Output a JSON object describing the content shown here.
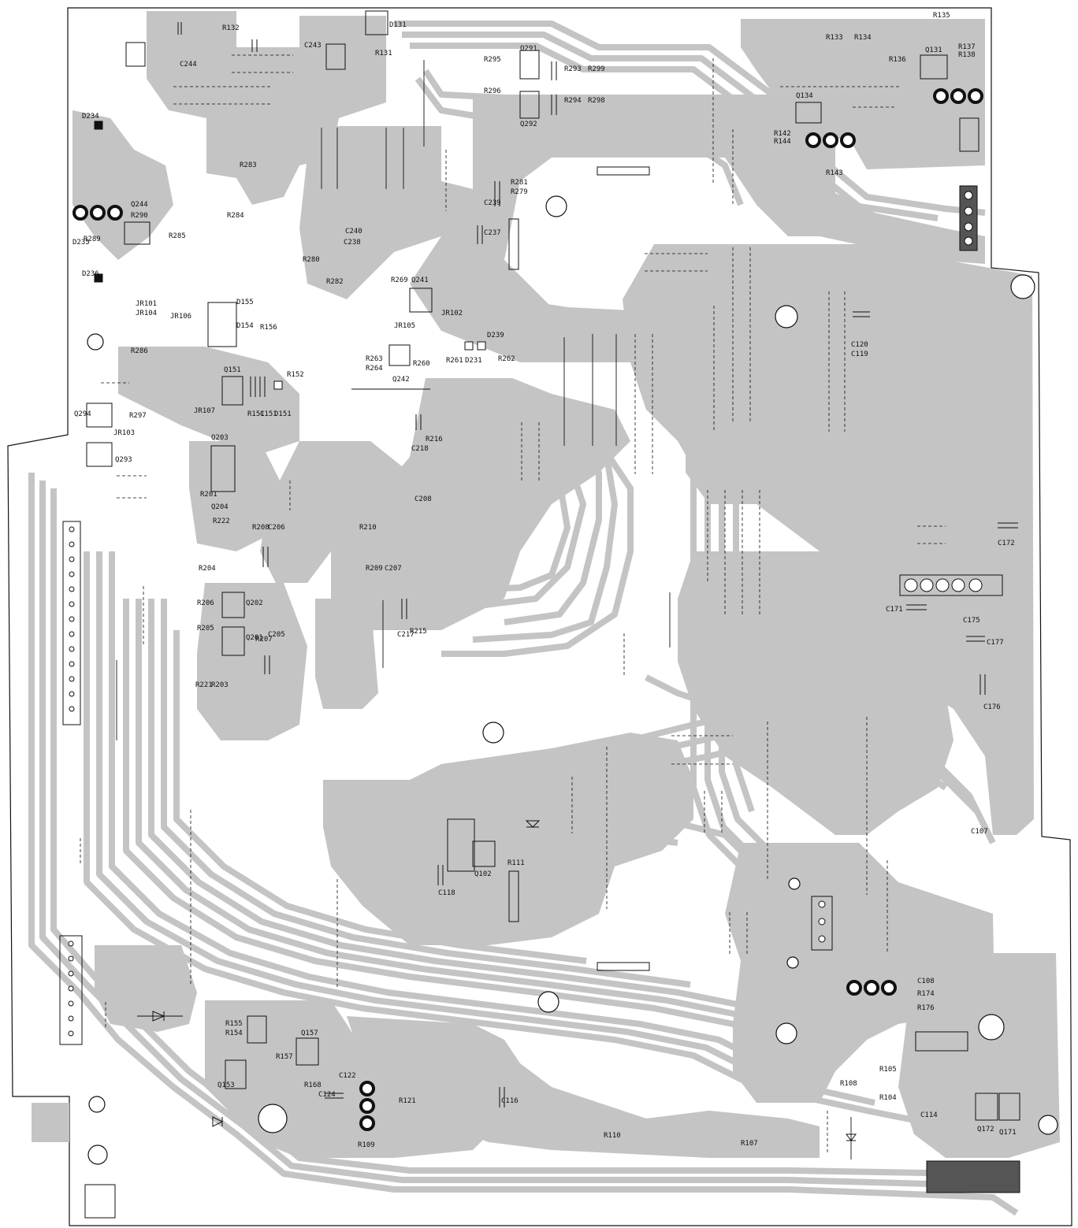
{
  "colors": {
    "background": "#ffffff",
    "copper": "#c4c4c4",
    "ink": "#111111"
  },
  "labels": [
    {
      "id": "R132",
      "text": "R132"
    },
    {
      "id": "C244",
      "text": "C244"
    },
    {
      "id": "C243",
      "text": "C243"
    },
    {
      "id": "R131",
      "text": "R131"
    },
    {
      "id": "D131",
      "text": "D131"
    },
    {
      "id": "R295",
      "text": "R295"
    },
    {
      "id": "R296",
      "text": "R296"
    },
    {
      "id": "Q291",
      "text": "Q291"
    },
    {
      "id": "Q292",
      "text": "Q292"
    },
    {
      "id": "R293",
      "text": "R293"
    },
    {
      "id": "R294",
      "text": "R294"
    },
    {
      "id": "R299",
      "text": "R299"
    },
    {
      "id": "R298",
      "text": "R298"
    },
    {
      "id": "R135",
      "text": "R135"
    },
    {
      "id": "R133",
      "text": "R133"
    },
    {
      "id": "R134",
      "text": "R134"
    },
    {
      "id": "R136",
      "text": "R136"
    },
    {
      "id": "Q131",
      "text": "Q131"
    },
    {
      "id": "R137",
      "text": "R137"
    },
    {
      "id": "R138",
      "text": "R138"
    },
    {
      "id": "Q134",
      "text": "Q134"
    },
    {
      "id": "R142",
      "text": "R142"
    },
    {
      "id": "R144",
      "text": "R144"
    },
    {
      "id": "R143",
      "text": "R143"
    },
    {
      "id": "D234",
      "text": "D234"
    },
    {
      "id": "R283",
      "text": "R283"
    },
    {
      "id": "R281",
      "text": "R281"
    },
    {
      "id": "R279",
      "text": "R279"
    },
    {
      "id": "C239",
      "text": "C239"
    },
    {
      "id": "C237",
      "text": "C237"
    },
    {
      "id": "Q244",
      "text": "Q244"
    },
    {
      "id": "R290",
      "text": "R290"
    },
    {
      "id": "R284",
      "text": "R284"
    },
    {
      "id": "R289",
      "text": "R289"
    },
    {
      "id": "D235",
      "text": "D235"
    },
    {
      "id": "R285",
      "text": "R285"
    },
    {
      "id": "D236",
      "text": "D236"
    },
    {
      "id": "C240",
      "text": "C240"
    },
    {
      "id": "C238",
      "text": "C238"
    },
    {
      "id": "R280",
      "text": "R280"
    },
    {
      "id": "R282",
      "text": "R282"
    },
    {
      "id": "R269",
      "text": "R269"
    },
    {
      "id": "Q241",
      "text": "Q241"
    },
    {
      "id": "JR101",
      "text": "JR101"
    },
    {
      "id": "JR104",
      "text": "JR104"
    },
    {
      "id": "JR106",
      "text": "JR106"
    },
    {
      "id": "D155",
      "text": "D155"
    },
    {
      "id": "D154",
      "text": "D154"
    },
    {
      "id": "R156",
      "text": "R156"
    },
    {
      "id": "JR105",
      "text": "JR105"
    },
    {
      "id": "JR102",
      "text": "JR102"
    },
    {
      "id": "D239",
      "text": "D239"
    },
    {
      "id": "R286",
      "text": "R286"
    },
    {
      "id": "R263",
      "text": "R263"
    },
    {
      "id": "R264",
      "text": "R264"
    },
    {
      "id": "R260",
      "text": "R260"
    },
    {
      "id": "R261",
      "text": "R261"
    },
    {
      "id": "D231",
      "text": "D231"
    },
    {
      "id": "R262",
      "text": "R262"
    },
    {
      "id": "Q242",
      "text": "Q242"
    },
    {
      "id": "C120",
      "text": "C120"
    },
    {
      "id": "C119",
      "text": "C119"
    },
    {
      "id": "Q151",
      "text": "Q151"
    },
    {
      "id": "R152",
      "text": "R152"
    },
    {
      "id": "R151",
      "text": "R151"
    },
    {
      "id": "C151",
      "text": "C151"
    },
    {
      "id": "D151",
      "text": "D151"
    },
    {
      "id": "JR107",
      "text": "JR107"
    },
    {
      "id": "Q294",
      "text": "Q294"
    },
    {
      "id": "R297",
      "text": "R297"
    },
    {
      "id": "JR103",
      "text": "JR103"
    },
    {
      "id": "Q293",
      "text": "Q293"
    },
    {
      "id": "R216",
      "text": "R216"
    },
    {
      "id": "C218",
      "text": "C218"
    },
    {
      "id": "Q203",
      "text": "Q203"
    },
    {
      "id": "R201",
      "text": "R201"
    },
    {
      "id": "Q204",
      "text": "Q204"
    },
    {
      "id": "C208",
      "text": "C208"
    },
    {
      "id": "R222",
      "text": "R222"
    },
    {
      "id": "R208",
      "text": "R208"
    },
    {
      "id": "C206",
      "text": "C206"
    },
    {
      "id": "R210",
      "text": "R210"
    },
    {
      "id": "R209",
      "text": "R209"
    },
    {
      "id": "C207",
      "text": "C207"
    },
    {
      "id": "C172",
      "text": "C172"
    },
    {
      "id": "R204",
      "text": "R204"
    },
    {
      "id": "C171",
      "text": "C171"
    },
    {
      "id": "C175",
      "text": "C175"
    },
    {
      "id": "R206",
      "text": "R206"
    },
    {
      "id": "R205",
      "text": "R205"
    },
    {
      "id": "Q202",
      "text": "Q202"
    },
    {
      "id": "Q201",
      "text": "Q201"
    },
    {
      "id": "R207",
      "text": "R207"
    },
    {
      "id": "C205",
      "text": "C205"
    },
    {
      "id": "C217",
      "text": "C217"
    },
    {
      "id": "R215",
      "text": "R215"
    },
    {
      "id": "C177",
      "text": "C177"
    },
    {
      "id": "R221",
      "text": "R221"
    },
    {
      "id": "R203",
      "text": "R203"
    },
    {
      "id": "C176",
      "text": "C176"
    },
    {
      "id": "R111",
      "text": "R111"
    },
    {
      "id": "Q102",
      "text": "Q102"
    },
    {
      "id": "C118",
      "text": "C118"
    },
    {
      "id": "C107",
      "text": "C107"
    },
    {
      "id": "C108",
      "text": "C108"
    },
    {
      "id": "R174",
      "text": "R174"
    },
    {
      "id": "R176",
      "text": "R176"
    },
    {
      "id": "R155",
      "text": "R155"
    },
    {
      "id": "R154",
      "text": "R154"
    },
    {
      "id": "Q157",
      "text": "Q157"
    },
    {
      "id": "R157",
      "text": "R157"
    },
    {
      "id": "Q153",
      "text": "Q153"
    },
    {
      "id": "C122",
      "text": "C122"
    },
    {
      "id": "R168",
      "text": "R168"
    },
    {
      "id": "C124",
      "text": "C124"
    },
    {
      "id": "R121",
      "text": "R121"
    },
    {
      "id": "C116",
      "text": "C116"
    },
    {
      "id": "R109",
      "text": "R109"
    },
    {
      "id": "R110",
      "text": "R110"
    },
    {
      "id": "R107",
      "text": "R107"
    },
    {
      "id": "R105",
      "text": "R105"
    },
    {
      "id": "R108",
      "text": "R108"
    },
    {
      "id": "R104",
      "text": "R104"
    },
    {
      "id": "C114",
      "text": "C114"
    },
    {
      "id": "Q172",
      "text": "Q172"
    },
    {
      "id": "Q171",
      "text": "Q171"
    }
  ]
}
